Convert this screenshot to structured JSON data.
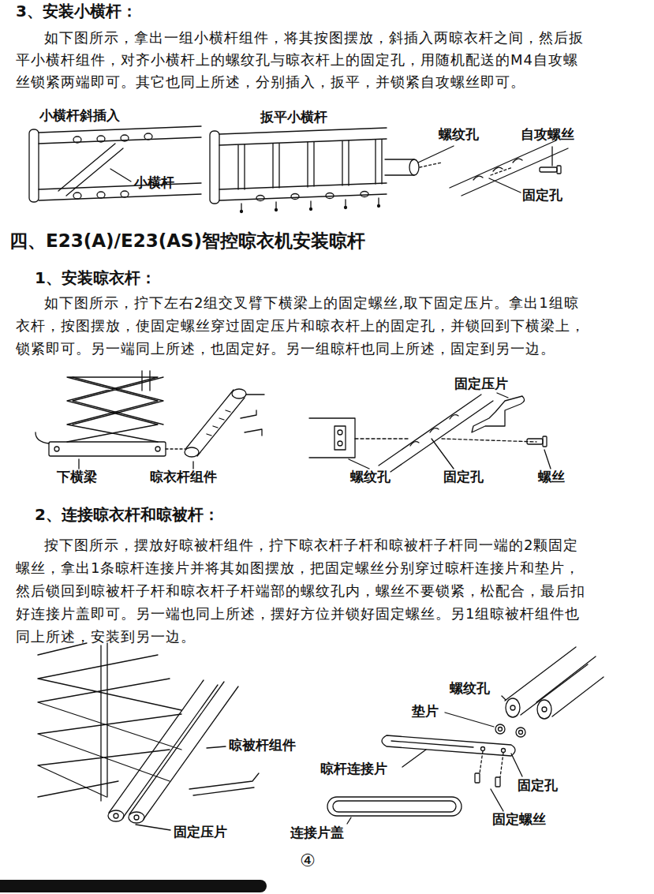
{
  "diagram": {
    "labels": [
      "3、安装小横杆：",
      "如下图所示，拿出一组小横杆组件，将其按图摆放，斜插入两晾衣杆之间，然后扳平小横杆组件，对齐小横杆上的螺纹孔与晾衣杆上的固定孔，用随机配送的M4自攻螺丝锁紧两端即可。其它也同上所述，分别插入，扳平，并锁紧自攻螺丝即可。",
      "小横杆斜插入",
      "小横杆",
      "扳平小横杆",
      "螺纹孔",
      "自攻螺丝",
      "固定孔",
      "四、E23(A)/E23(AS)智控晾衣机安装晾杆",
      "1、安装晾衣杆：",
      "如下图所示，拧下左右2组交叉臂下横梁上的固定螺丝,取下固定压片。拿出1组晾衣杆，按图摆放，使固定螺丝穿过固定压片和晾衣杆上的固定孔，并锁回到下横梁上，锁紧即可。另一端同上所述，也固定好。另一组晾杆也同上所述，固定到另一边。",
      "下横梁",
      "晾衣杆组件",
      "固定压片",
      "螺纹孔",
      "固定孔",
      "螺丝",
      "2、连接晾衣杆和晾被杆：",
      "按下图所示，摆放好晾被杆组件，拧下晾衣杆子杆和晾被杆子杆同一端的2颗固定螺丝，拿出1条晾杆连接片并将其如图摆放，把固定螺丝分别穿过晾杆连接片和垫片，然后锁回到晾被杆子杆和晾衣杆子杆端部的螺纹孔内，螺丝不要锁紧，松配合，最后扣好连接片盖即可。另一端也同上所述，摆好方位并锁好固定螺丝。另1组晾被杆组件也同上所述，安装到另一边。",
      "晾被杆组件",
      "固定压片",
      "螺纹孔",
      "垫片",
      "晾杆连接片",
      "固定孔",
      "固定螺丝",
      "连接片盖",
      "④"
    ]
  }
}
